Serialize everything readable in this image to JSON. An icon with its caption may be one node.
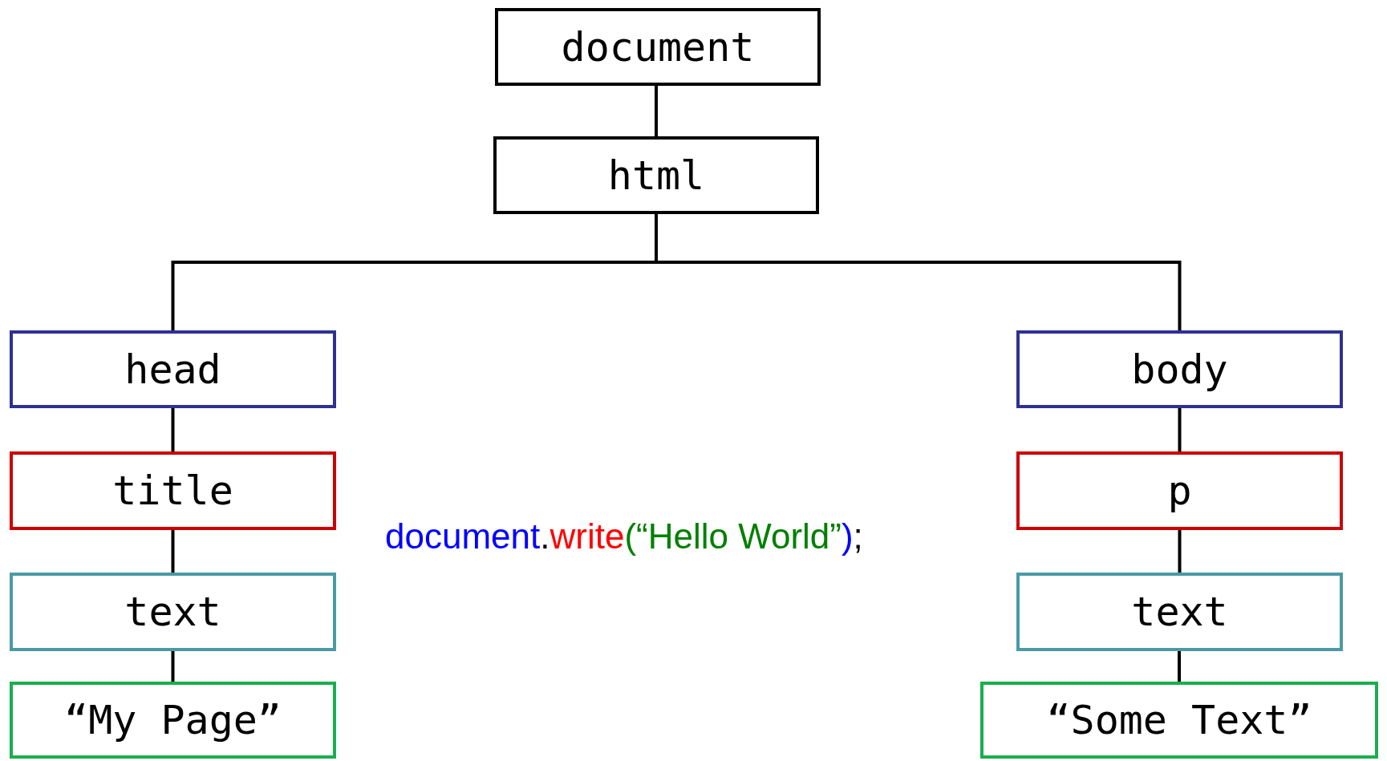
{
  "diagram": {
    "nodes": [
      {
        "text": [
          "document"
        ]
      },
      {
        "text": [
          "html"
        ]
      },
      {
        "text": [
          "head"
        ]
      },
      {
        "text": [
          "title"
        ]
      },
      {
        "text": [
          "text"
        ]
      },
      {
        "text": [
          "“My Page”"
        ]
      },
      {
        "text": [
          "body"
        ]
      },
      {
        "text": [
          "p"
        ]
      },
      {
        "text": [
          "text"
        ]
      },
      {
        "text": [
          "“Some Text”"
        ]
      }
    ],
    "edges": [
      {
        "from": 0,
        "to": 1,
        "arrow": "none"
      },
      {
        "from": 1,
        "to": 2,
        "arrow": "none"
      },
      {
        "from": 1,
        "to": 6,
        "arrow": "none"
      },
      {
        "from": 2,
        "to": 3,
        "arrow": "none"
      },
      {
        "from": 3,
        "to": 4,
        "arrow": "none"
      },
      {
        "from": 4,
        "to": 5,
        "arrow": "none"
      },
      {
        "from": 6,
        "to": 7,
        "arrow": "none"
      },
      {
        "from": 7,
        "to": 8,
        "arrow": "none"
      },
      {
        "from": 8,
        "to": 9,
        "arrow": "none"
      }
    ],
    "labels": [
      "document",
      ".",
      "write",
      "(“Hello World”",
      ")",
      ";"
    ]
  }
}
